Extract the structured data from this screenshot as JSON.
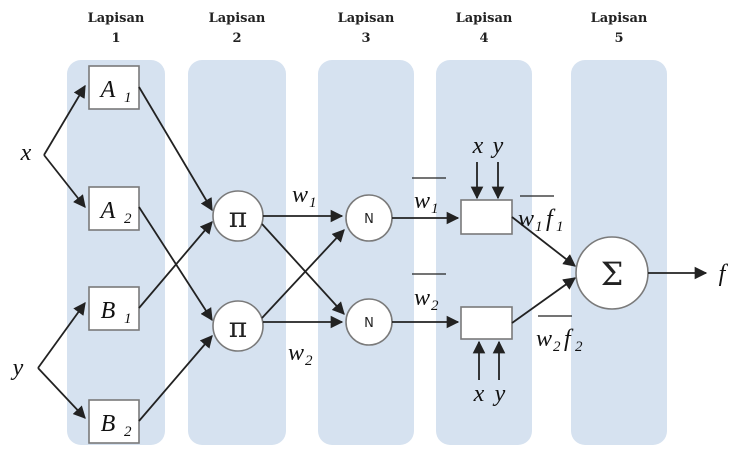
{
  "layers": [
    {
      "title": "Lapisan",
      "num": "1"
    },
    {
      "title": "Lapisan",
      "num": "2"
    },
    {
      "title": "Lapisan",
      "num": "3"
    },
    {
      "title": "Lapisan",
      "num": "4"
    },
    {
      "title": "Lapisan",
      "num": "5"
    }
  ],
  "inputs": {
    "x": "x",
    "y": "y"
  },
  "output": "f",
  "layer1": {
    "A1": {
      "letter": "A",
      "sub": "1"
    },
    "A2": {
      "letter": "A",
      "sub": "2"
    },
    "B1": {
      "letter": "B",
      "sub": "1"
    },
    "B2": {
      "letter": "B",
      "sub": "2"
    }
  },
  "layer2": {
    "pi1": "π",
    "pi2": "π"
  },
  "layer3": {
    "n1": "N",
    "n2": "N"
  },
  "layer5": {
    "sum": "Σ"
  },
  "labels": {
    "w1": {
      "letter": "w",
      "sub": "1"
    },
    "w2": {
      "letter": "w",
      "sub": "2"
    },
    "wbar1": {
      "letter": "w",
      "sub": "1"
    },
    "wbar2": {
      "letter": "w",
      "sub": "2"
    },
    "wf1": {
      "w": "w",
      "wsub": "1",
      "f": "f",
      "fsub": "1"
    },
    "wf2": {
      "w": "w",
      "wsub": "2",
      "f": "f",
      "fsub": "2"
    },
    "xy_top": {
      "x": "x",
      "y": "y"
    },
    "xy_bottom": {
      "x": "x",
      "y": "y"
    }
  }
}
